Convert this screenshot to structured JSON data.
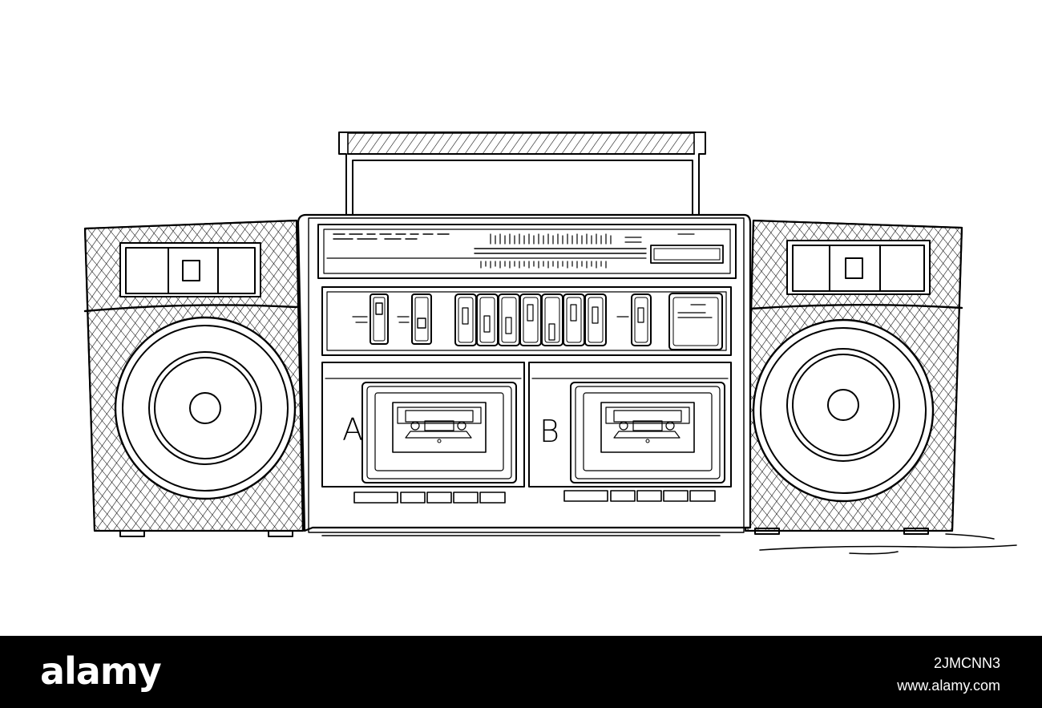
{
  "illustration": {
    "subject": "boombox",
    "style": "hand-drawn black line art",
    "deck_a_label": "A",
    "deck_b_label": "B",
    "stroke_color": "#000000",
    "background_color": "#ffffff"
  },
  "footer": {
    "logo": "alamy",
    "stock_id": "2JMCNN3",
    "url": "www.alamy.com",
    "background_color": "#000000",
    "text_color": "#ffffff"
  }
}
